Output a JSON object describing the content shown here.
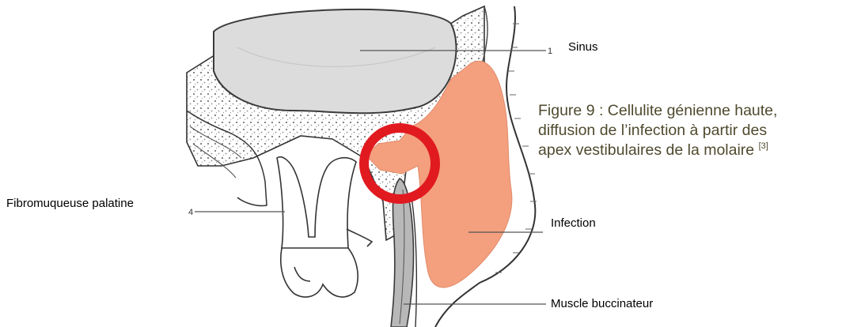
{
  "labels": {
    "sinus": "Sinus",
    "fibromuqueuse": "Fibromuqueuse palatine",
    "infection": "Infection",
    "muscle": "Muscle buccinateur"
  },
  "leader_numbers": {
    "sinus": "1",
    "fibromuqueuse": "4"
  },
  "caption": {
    "line1": "Figure 9 : Cellulite génienne haute,",
    "line2": "diffusion de l’infection à partir des",
    "line3": "apex vestibulaires de la molaire",
    "reference": "[3]"
  },
  "colors": {
    "infection_fill": "#f4a07f",
    "highlight_ring": "#e11a20",
    "sinus_cavity": "#dcdcdc",
    "muscle_fill": "#b8b8b8",
    "caption_text": "#4f4a2e"
  }
}
